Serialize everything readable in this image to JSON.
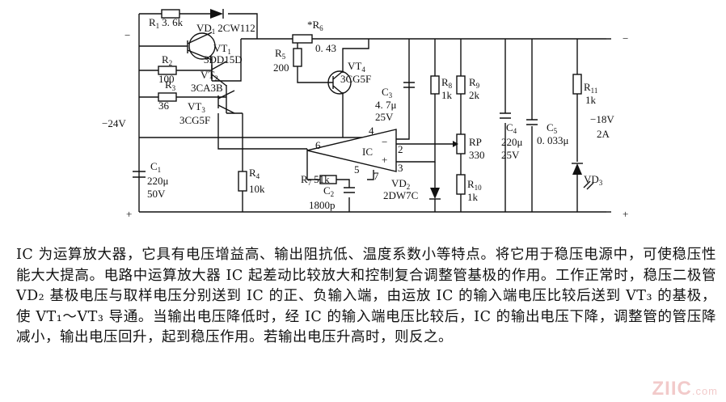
{
  "labels": {
    "r1": "R",
    "r1_sub": "1",
    "r1_val": "3. 6k",
    "vd1": "VD",
    "vd1_sub": "1",
    "vd1_part": "2CW112",
    "r6": "*R",
    "r6_sub": "6",
    "r6_val": "0. 43",
    "vt1": "VT",
    "vt1_sub": "1",
    "vt1_part": "3DD15D",
    "r5": "R",
    "r5_sub": "5",
    "r5_val": "200",
    "vt4": "VT",
    "vt4_sub": "4",
    "vt4_part": "3CG5F",
    "r2": "R",
    "r2_sub": "2",
    "r2_val": "100",
    "vt2": "VT",
    "vt2_sub": "2",
    "r3": "R",
    "r3_sub": "3",
    "vt2_part": "3CA3B",
    "r3_val": "36",
    "vt3": "VT",
    "vt3_sub": "3",
    "vt3_part": "3CG5F",
    "c3": "C",
    "c3_sub": "3",
    "c3_val1": "4. 7μ",
    "c3_val2": "25V",
    "r8": "R",
    "r8_sub": "8",
    "r8_val": "1k",
    "r9": "R",
    "r9_sub": "9",
    "r9_val": "2k",
    "c4": "C",
    "c4_sub": "4",
    "c4_val1": "220μ",
    "c4_val2": "25V",
    "c5": "C",
    "c5_sub": "5",
    "c5_val": "0. 033μ",
    "r11": "R",
    "r11_sub": "11",
    "r11_val": "1k",
    "vin": "−24V",
    "vout": "−18V",
    "iout": "2A",
    "minus_left": "−",
    "minus_right": "−",
    "plus_left": "+",
    "plus_right": "+",
    "pin2": "2",
    "pin3": "3",
    "pin4": "4",
    "pin5": "5",
    "pin6": "6",
    "pin7": "7",
    "ic": "IC",
    "op_minus": "−",
    "op_plus": "+",
    "rp": "RP",
    "rp_val": "330",
    "r4": "R",
    "r4_sub": "4",
    "r4_val": "10k",
    "c1": "C",
    "c1_sub": "1",
    "c1_val1": "220μ",
    "c1_val2": "50V",
    "r7": "R",
    "r7_sub": "7",
    "r7_val": "51k",
    "c2": "C",
    "c2_sub": "2",
    "c2_val": "1800p",
    "vd2": "VD",
    "vd2_sub": "2",
    "vd2_part": "2DW7C",
    "r10": "R",
    "r10_sub": "10",
    "r10_val": "1k",
    "vd3": "VD",
    "vd3_sub": "3"
  },
  "description": "IC 为运算放大器，它具有电压增益高、输出阻抗低、温度系数小等特点。将它用于稳压电源中，可使稳压性能大大提高。电路中运算放大器 IC 起差动比较放大和控制复合调整管基极的作用。工作正常时，稳压二极管 VD₂ 基极电压与取样电压分别送到 IC 的正、负输入端，由运放 IC 的输入端电压比较后送到 VT₃ 的基极，使 VT₁～VT₃ 导通。当输出电压降低时，经 IC 的输入端电压比较后，IC 的输出电压下降，调整管的管压降减小，输出电压回升，起到稳压作用。若输出电压升高时，则反之。",
  "watermark": {
    "brand": "ZIIC",
    "suffix": ".com"
  }
}
